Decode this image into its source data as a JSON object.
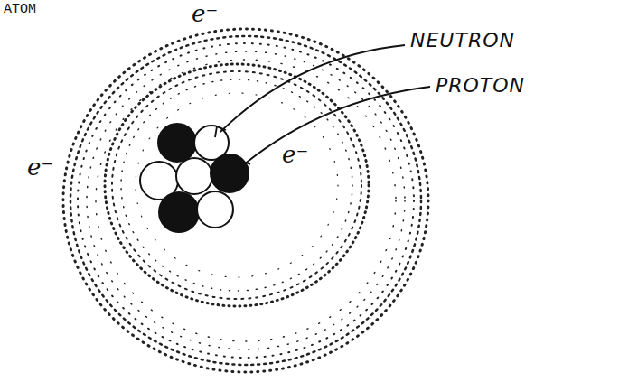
{
  "diagram": {
    "title": "ATOM",
    "labels": [
      "NEUTRON",
      "PROTON",
      "e⁻",
      "e⁻",
      "e⁻"
    ]
  }
}
